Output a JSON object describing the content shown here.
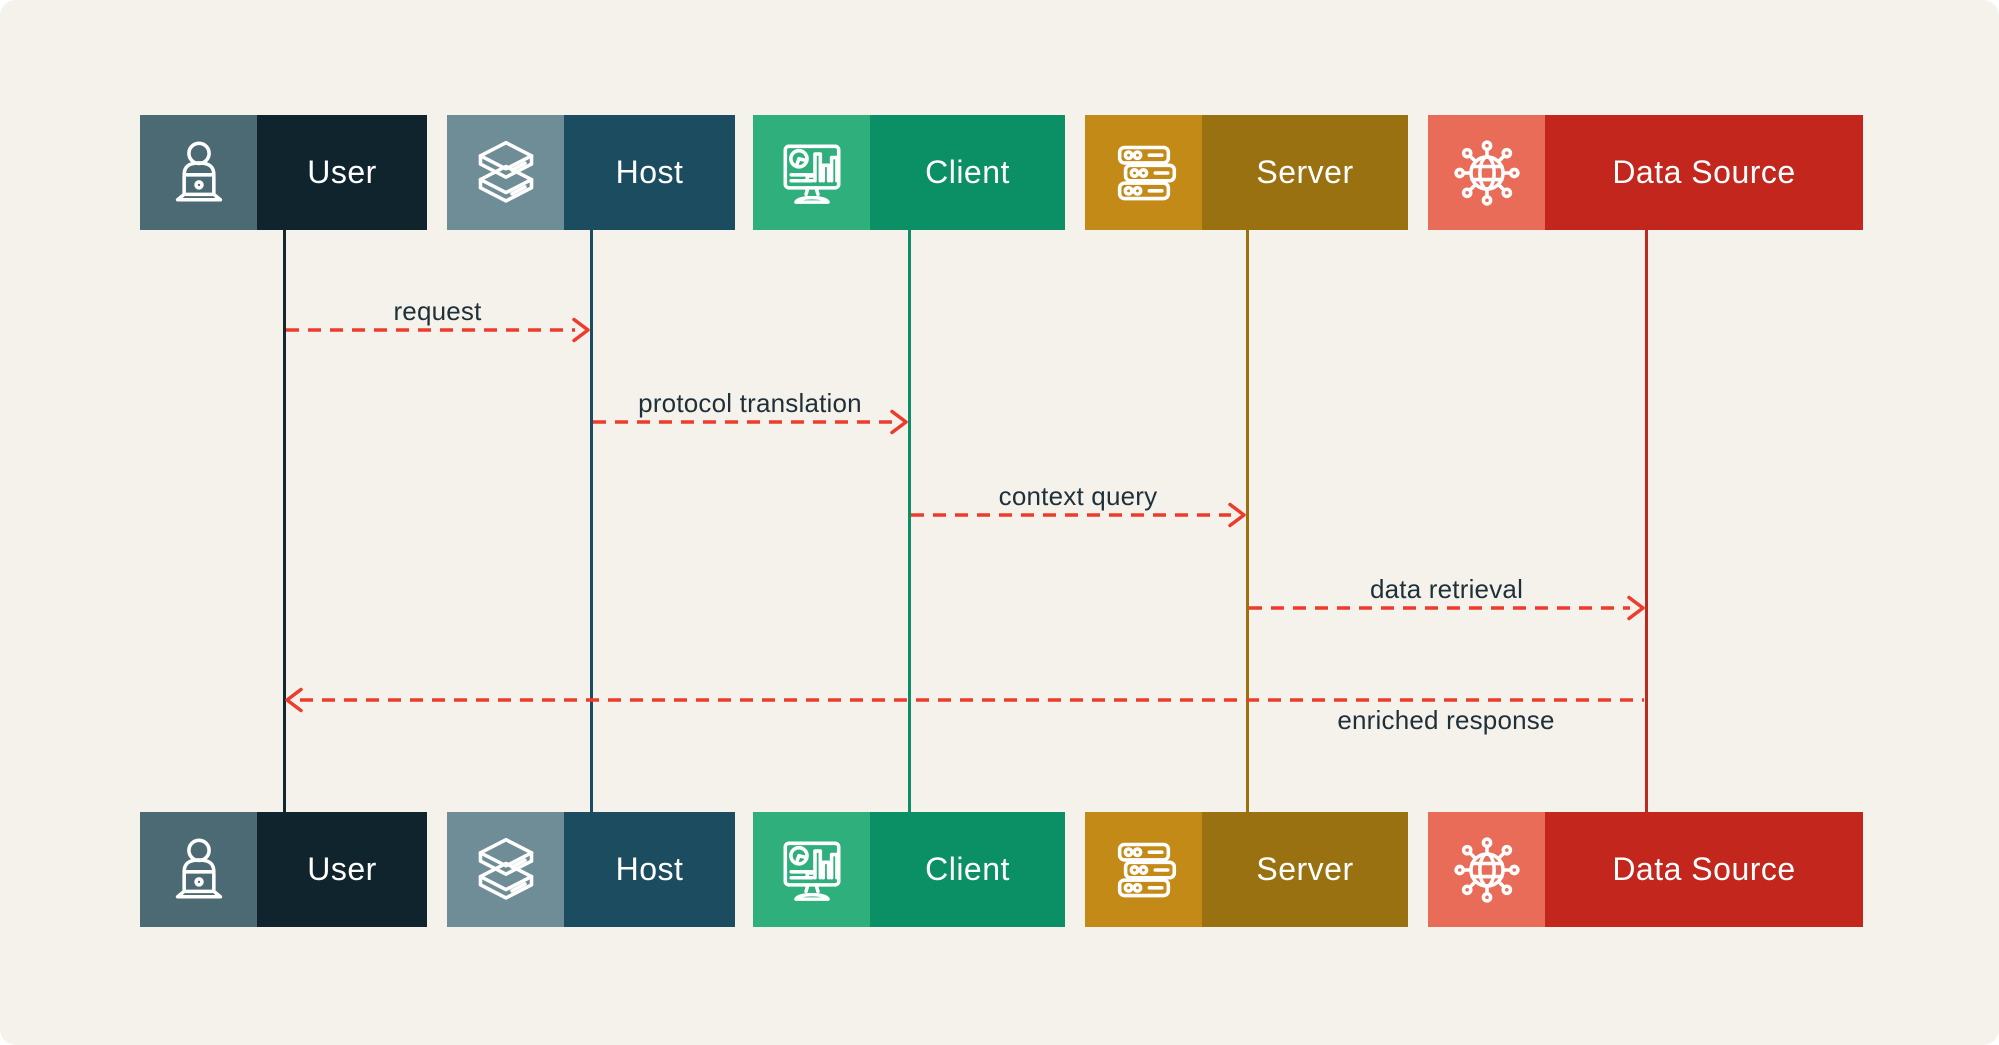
{
  "diagram": {
    "type": "sequence-diagram",
    "background_color": "#F5F2EC",
    "arrow_color": "#ED3B2C",
    "message_text_color": "#1F3038"
  },
  "actors": [
    {
      "id": "user",
      "label": "User",
      "icon": "person-laptop-icon",
      "icon_bg": "#4C6A73",
      "label_bg": "#10242D",
      "lifeline_color": "#132730"
    },
    {
      "id": "host",
      "label": "Host",
      "icon": "stacked-layers-icon",
      "icon_bg": "#6F8D97",
      "label_bg": "#1C4C5F",
      "lifeline_color": "#1C4C5F"
    },
    {
      "id": "client",
      "label": "Client",
      "icon": "monitor-chart-icon",
      "icon_bg": "#2EAF7B",
      "label_bg": "#0B8F64",
      "lifeline_color": "#0B8F64"
    },
    {
      "id": "server",
      "label": "Server",
      "icon": "server-rack-icon",
      "icon_bg": "#C48A18",
      "label_bg": "#9A7110",
      "lifeline_color": "#9A7110"
    },
    {
      "id": "data_source",
      "label": "Data Source",
      "icon": "network-globe-icon",
      "icon_bg": "#E96C58",
      "label_bg": "#C2261D",
      "lifeline_color": "#BB2A21"
    }
  ],
  "messages": [
    {
      "label": "request",
      "from": "user",
      "to": "host",
      "direction": "right",
      "label_position": "above"
    },
    {
      "label": "protocol translation",
      "from": "host",
      "to": "client",
      "direction": "right",
      "label_position": "above"
    },
    {
      "label": "context query",
      "from": "client",
      "to": "server",
      "direction": "right",
      "label_position": "above"
    },
    {
      "label": "data retrieval",
      "from": "server",
      "to": "data_source",
      "direction": "right",
      "label_position": "above"
    },
    {
      "label": "enriched response",
      "from": "data_source",
      "to": "user",
      "direction": "left",
      "label_position": "below"
    }
  ]
}
